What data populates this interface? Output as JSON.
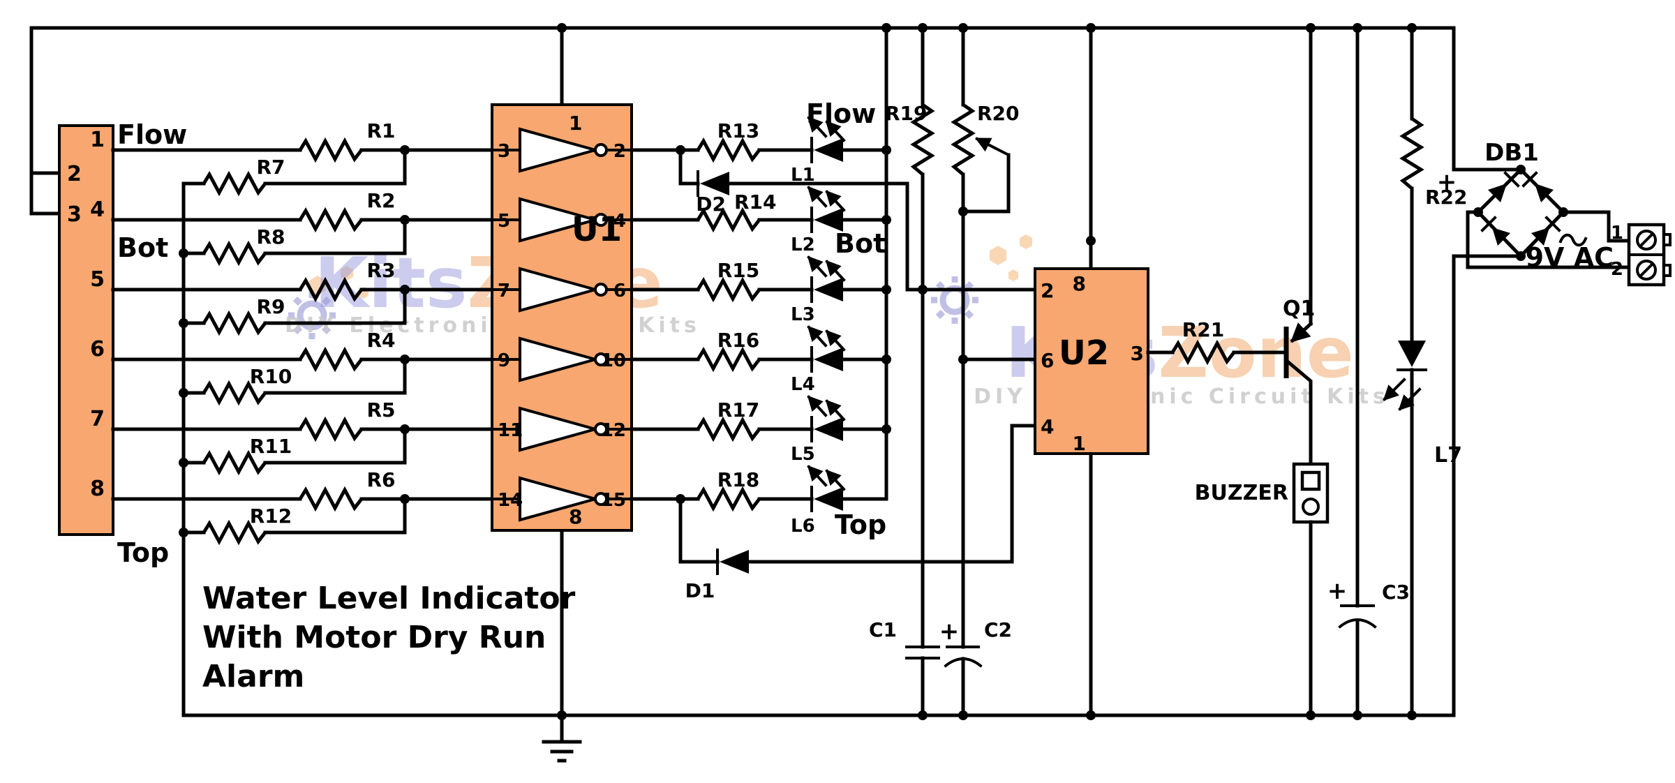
{
  "colors": {
    "ic_fill": "#F7A76F",
    "title": "#1414CD"
  },
  "title": {
    "line1": "Water Level Indicator",
    "line2": "With Motor Dry Run",
    "line3": "Alarm"
  },
  "connector": {
    "p1": "1",
    "p2": "2",
    "p3": "3",
    "p4": "4",
    "p5": "5",
    "p6": "6",
    "p7": "7",
    "p8": "8",
    "flow": "Flow",
    "bot": "Bot",
    "top": "Top"
  },
  "left_resistors_top": [
    "R1",
    "R2",
    "R3",
    "R4",
    "R5",
    "R6"
  ],
  "left_resistors_bottom": [
    "R7",
    "R8",
    "R9",
    "R10",
    "R11",
    "R12"
  ],
  "u1": {
    "label": "U1",
    "pin_top": "1",
    "pin_bottom": "8",
    "pins_in": [
      "3",
      "5",
      "7",
      "9",
      "11",
      "14"
    ],
    "pins_out": [
      "2",
      "4",
      "6",
      "10",
      "12",
      "15"
    ]
  },
  "led_resistors": [
    "R13",
    "R14",
    "R15",
    "R16",
    "R17",
    "R18"
  ],
  "leds": {
    "labels": [
      "L1",
      "L2",
      "L3",
      "L4",
      "L5",
      "L6"
    ],
    "l7": "L7",
    "flow": "Flow",
    "bot": "Bot",
    "top": "Top"
  },
  "diodes": {
    "d1": "D1",
    "d2": "D2"
  },
  "osc": {
    "r19": "R19",
    "r20": "R20",
    "c1": "C1",
    "c2": "C2",
    "plus": "+"
  },
  "u2": {
    "label": "U2",
    "pin_vcc": "8",
    "pin_trg": "2",
    "pin_thr": "6",
    "pin_rst": "4",
    "pin_gnd": "1",
    "pin_out": "3"
  },
  "alarm": {
    "r21": "R21",
    "q1": "Q1",
    "buzzer": "BUZZER",
    "c3": "C3",
    "plus": "+"
  },
  "power": {
    "r22": "R22",
    "bridge": "DB1",
    "plus": "+",
    "supply": "9V AC",
    "t1": "1",
    "t2": "2"
  },
  "watermark": {
    "kits": "Kits",
    "zone": "Zone",
    "tagline": "DIY Electronic Circuit Kits"
  }
}
